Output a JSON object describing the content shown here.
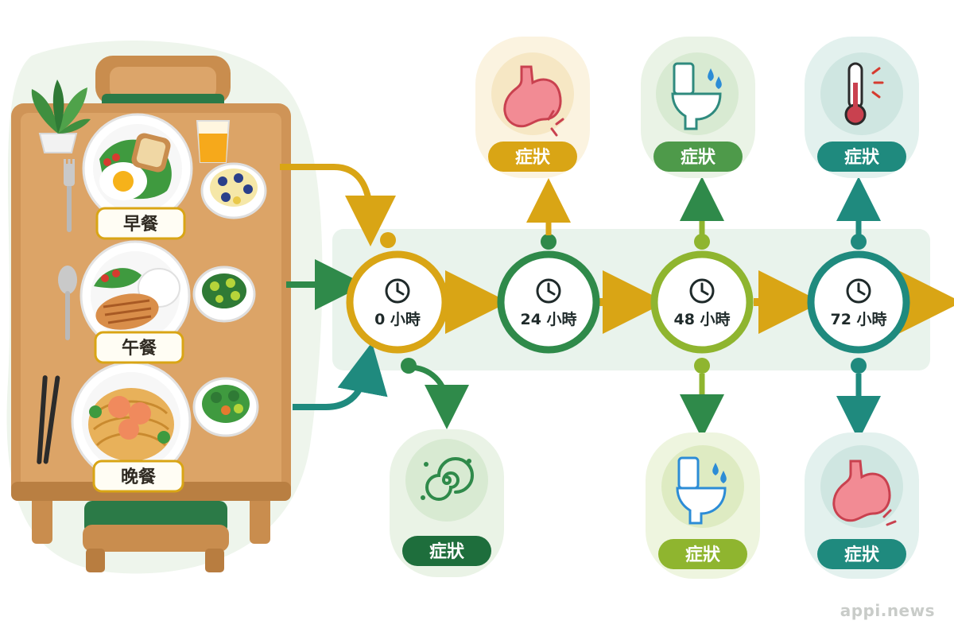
{
  "meals": [
    {
      "label": "早餐"
    },
    {
      "label": "午餐"
    },
    {
      "label": "晚餐"
    }
  ],
  "timeline": [
    {
      "label": "0 小時",
      "color": "#d9a515"
    },
    {
      "label": "24 小時",
      "color": "#2f8a4a"
    },
    {
      "label": "48 小時",
      "color": "#8fb52f"
    },
    {
      "label": "72 小時",
      "color": "#1f8a7e"
    }
  ],
  "symptoms": [
    {
      "label": "症狀",
      "icon": "stomach-pain-icon",
      "color": "#d9a515"
    },
    {
      "label": "症狀",
      "icon": "toilet-icon",
      "color": "#4e9a4a"
    },
    {
      "label": "症狀",
      "icon": "thermometer-icon",
      "color": "#1f8a7e"
    },
    {
      "label": "症狀",
      "icon": "dizziness-icon",
      "color": "#1e6e3c"
    },
    {
      "label": "症狀",
      "icon": "toilet-icon",
      "color": "#8fb52f"
    },
    {
      "label": "症狀",
      "icon": "stomach-pain-icon",
      "color": "#1f8a7e"
    }
  ],
  "watermark": "appi.news"
}
